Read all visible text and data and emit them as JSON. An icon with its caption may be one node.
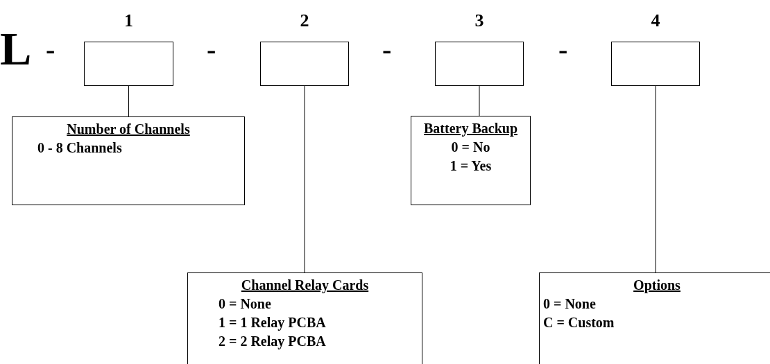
{
  "diagram": {
    "nodes": [
      {
        "text": [
          "1"
        ]
      },
      {
        "text": [
          "2"
        ]
      },
      {
        "text": [
          "3"
        ]
      },
      {
        "text": [
          "4"
        ]
      },
      {
        "text": [
          "Number of Channels",
          "0 - 8 Channels"
        ]
      },
      {
        "text": [
          "Channel Relay Cards",
          "0 = None",
          "1 = 1 Relay PCBA",
          "2 = 2 Relay PCBA"
        ]
      },
      {
        "text": [
          "Battery Backup",
          "0 = No",
          "1 = Yes"
        ]
      },
      {
        "text": [
          "Options",
          "0 = None",
          "C = Custom"
        ]
      }
    ],
    "edges": [
      {
        "from": 0,
        "to": 4,
        "arrow": "none"
      },
      {
        "from": 1,
        "to": 5,
        "arrow": "none"
      },
      {
        "from": 2,
        "to": 6,
        "arrow": "none"
      },
      {
        "from": 3,
        "to": 7,
        "arrow": "none"
      }
    ],
    "labels": [
      "L",
      "-",
      "-",
      "-",
      "-"
    ]
  }
}
